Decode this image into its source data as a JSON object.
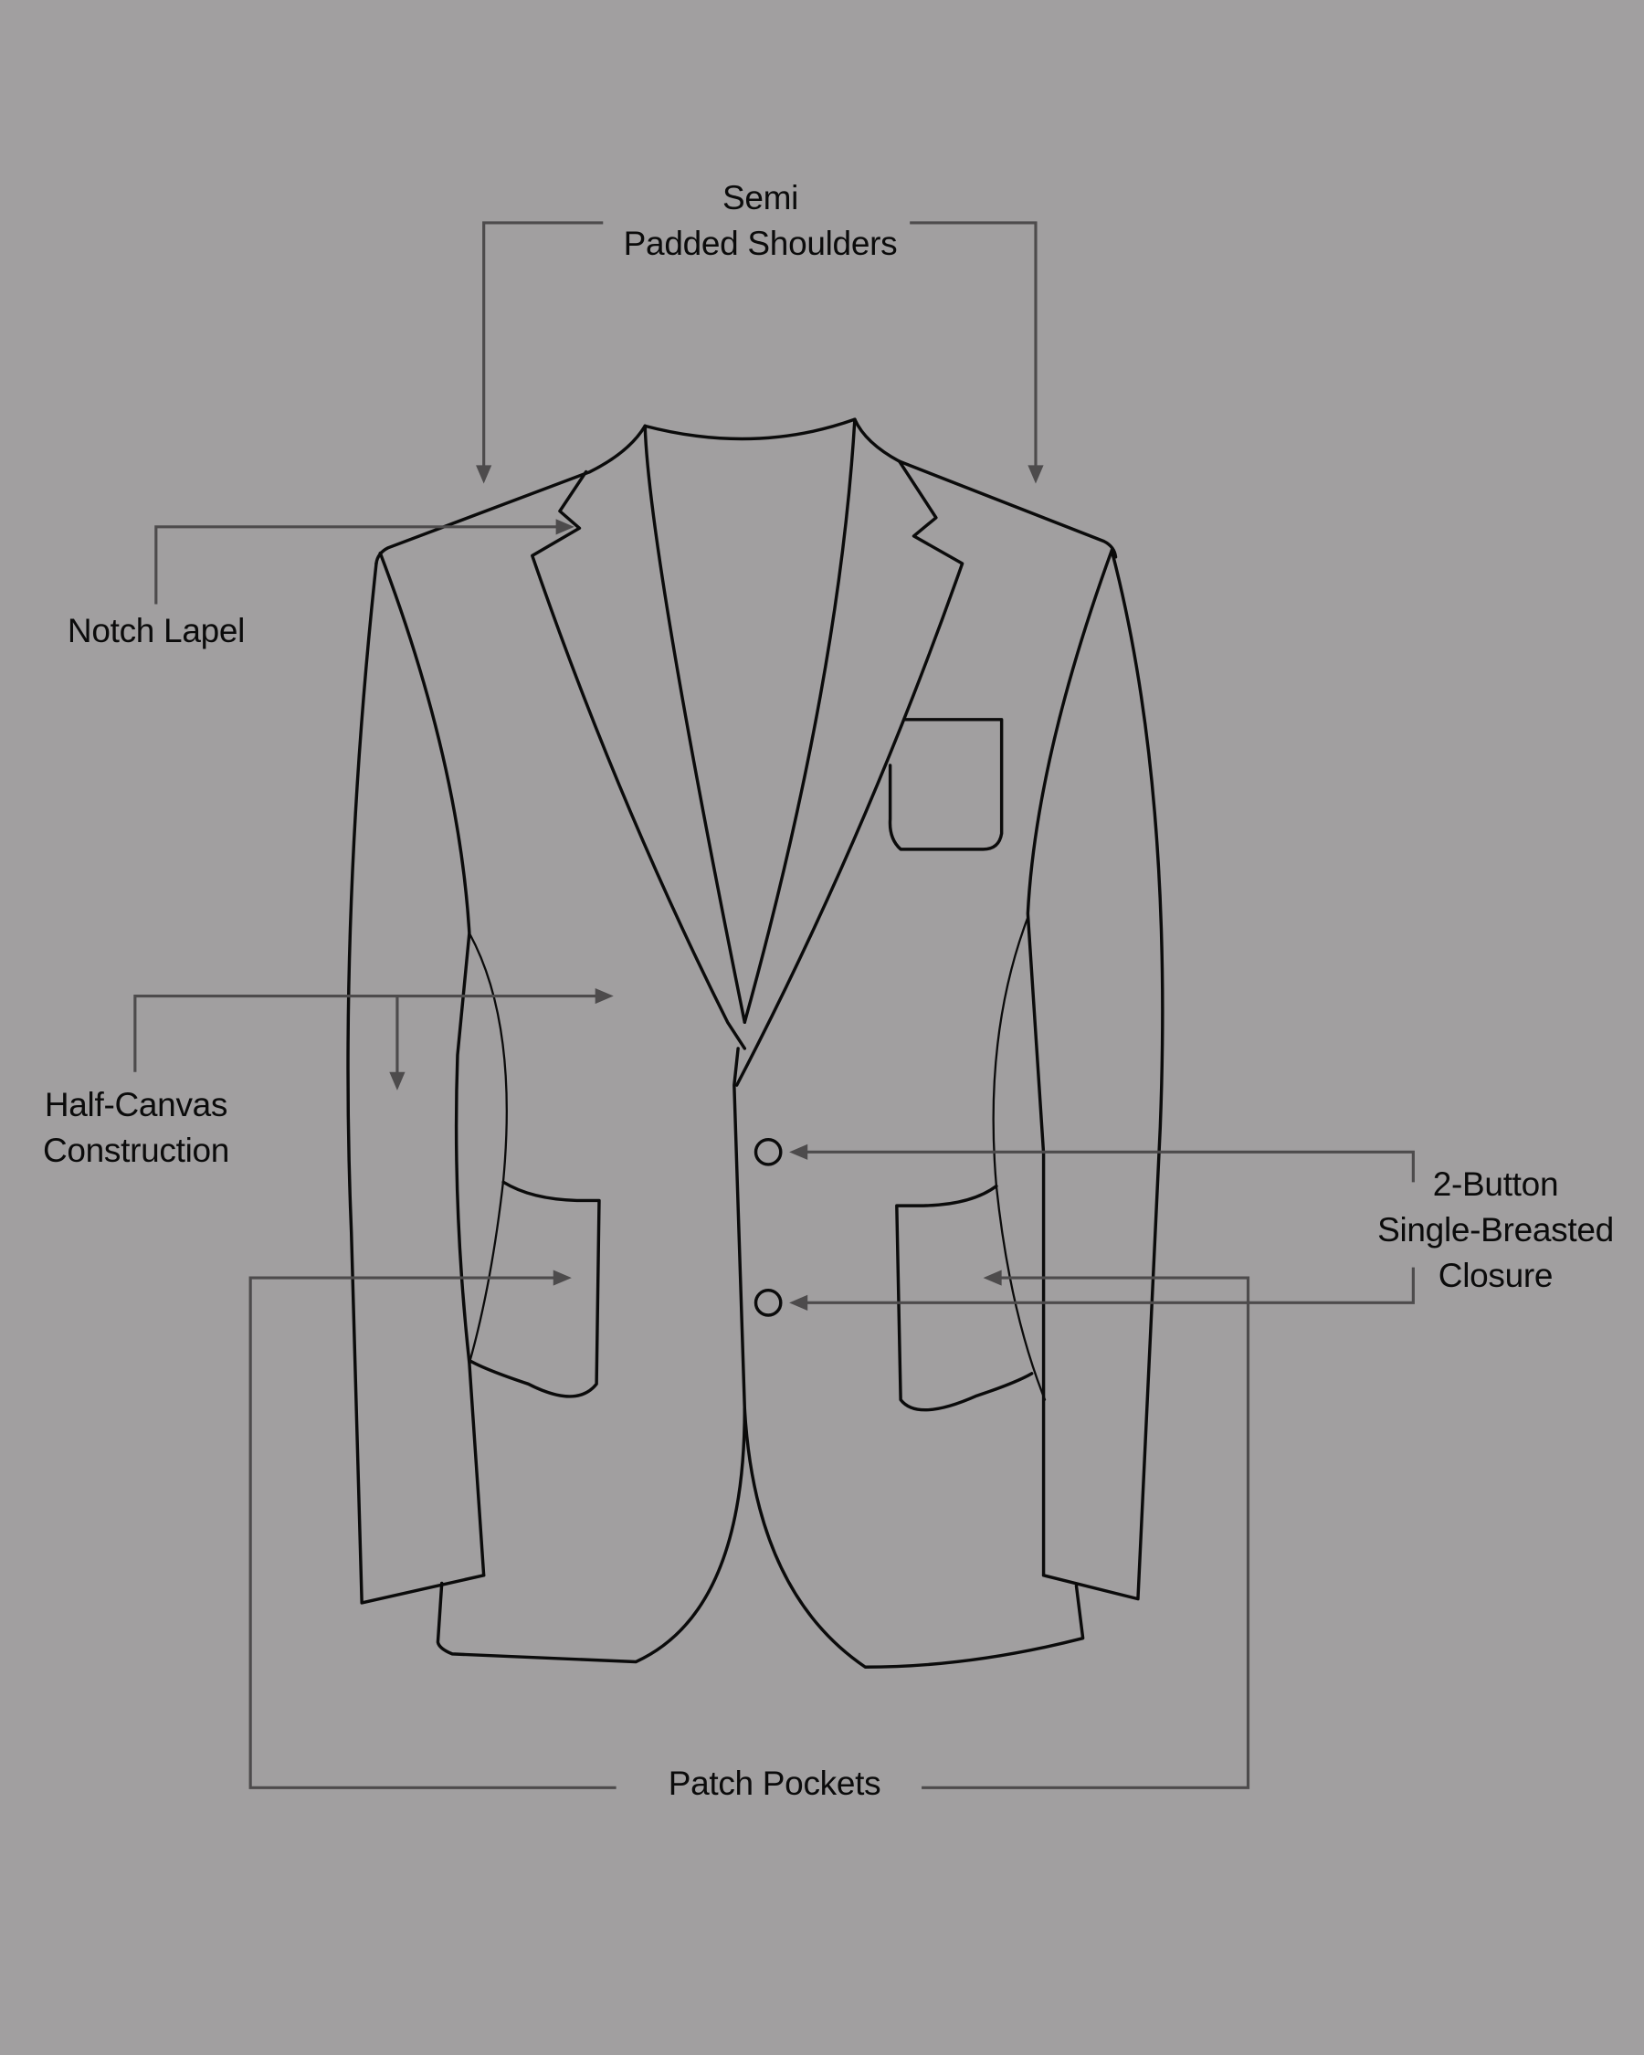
{
  "diagram": {
    "subject": "single-breasted blazer technical flat sketch",
    "colors": {
      "background": "#a19fa0",
      "garment_outline": "#0b0b0b",
      "callout_line": "#4d4b4c",
      "label_text": "#0b0b0b"
    },
    "labels": {
      "shoulders": {
        "line1": "Semi",
        "line2": "Padded Shoulders"
      },
      "lapel": {
        "line1": "Notch Lapel"
      },
      "canvas": {
        "line1": "Half-Canvas",
        "line2": "Construction"
      },
      "closure": {
        "line1": "2-Button",
        "line2": "Single-Breasted",
        "line3": "Closure"
      },
      "pockets": {
        "line1": "Patch Pockets"
      }
    },
    "buttons": {
      "count": 2
    }
  }
}
